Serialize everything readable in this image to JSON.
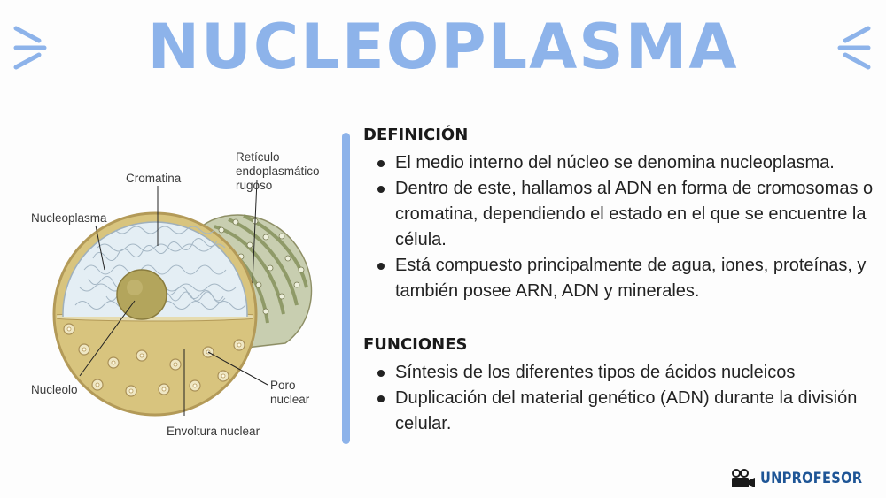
{
  "title": "NUCLEOPLASMA",
  "colors": {
    "accent": "#8db3ea",
    "brand_blue": "#1e5596",
    "nucleus_fill": "#e4eef4",
    "envelope": "#d6c27e",
    "nucleolus": "#b3a55c"
  },
  "icons": {
    "decor": "sparkle-burst-icon",
    "brand": "video-camera-icon"
  },
  "diagram": {
    "labels": {
      "reticulo_1": "Retículo",
      "reticulo_2": "endoplasmático",
      "reticulo_3": "rugoso",
      "cromatina": "Cromatina",
      "nucleoplasma": "Nucleoplasma",
      "nucleolo": "Nucleolo",
      "poro_1": "Poro",
      "poro_2": "nuclear",
      "envoltura": "Envoltura nuclear"
    }
  },
  "definicion": {
    "heading": "DEFINICIÓN",
    "items": [
      "El medio interno del núcleo se denomina nucleoplasma.",
      "Dentro de este, hallamos al ADN en forma de cromosomas o cromatina, dependiendo el estado en el que se encuentre la célula.",
      "Está compuesto principalmente de agua, iones, proteínas, y también posee ARN, ADN y minerales."
    ]
  },
  "funciones": {
    "heading": "FUNCIONES",
    "items": [
      "Síntesis de los diferentes tipos de ácidos nucleicos",
      "Duplicación del material genético (ADN) durante la división celular."
    ]
  },
  "brand": {
    "label": "UNPROFESOR"
  }
}
